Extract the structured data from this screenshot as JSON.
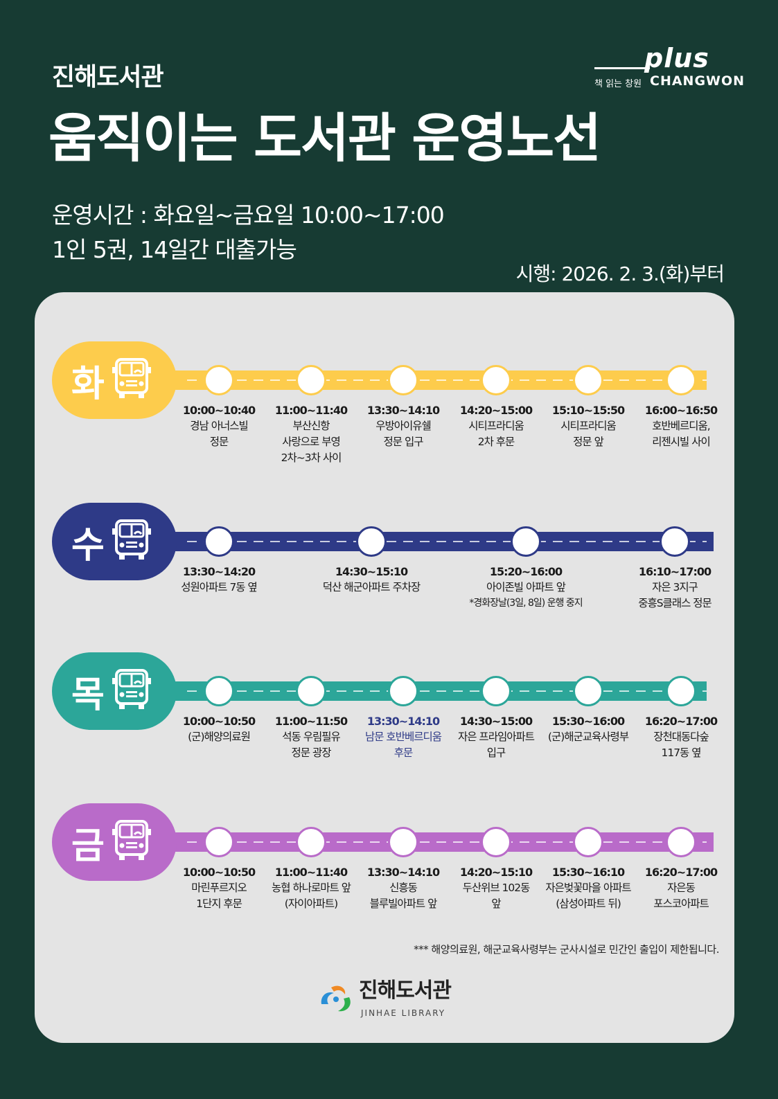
{
  "header": {
    "library_name": "진해도서관",
    "title": "움직이는 도서관 운영노선",
    "hours": "운영시간 : 화요일~금요일 10:00~17:00",
    "loan": "1인 5권, 14일간 대출가능",
    "effective": "시행: 2026. 2. 3.(화)부터",
    "logo": {
      "word": "plus",
      "ko": "책 읽는 창원",
      "en": "CHANGWON"
    }
  },
  "routes": [
    {
      "day": "화",
      "color": "#fdcc4c",
      "stops": [
        {
          "time": "10:00~10:40",
          "lines": [
            "경남 아너스빌",
            "정문"
          ]
        },
        {
          "time": "11:00~11:40",
          "lines": [
            "부산신항",
            "사랑으로 부영",
            "2차~3차 사이"
          ]
        },
        {
          "time": "13:30~14:10",
          "lines": [
            "우방아이유쉘",
            "정문 입구"
          ]
        },
        {
          "time": "14:20~15:00",
          "lines": [
            "시티프라디움",
            "2차 후문"
          ]
        },
        {
          "time": "15:10~15:50",
          "lines": [
            "시티프라디움",
            "정문 앞"
          ]
        },
        {
          "time": "16:00~16:50",
          "lines": [
            "호반베르디움,",
            "리젠시빌 사이"
          ]
        }
      ]
    },
    {
      "day": "수",
      "color": "#2e3a87",
      "stops": [
        {
          "time": "13:30~14:20",
          "lines": [
            "성원아파트 7동 옆"
          ]
        },
        {
          "time": "14:30~15:10",
          "lines": [
            "덕산 해군아파트 주차장"
          ]
        },
        {
          "time": "15:20~16:00",
          "lines": [
            "아이존빌 아파트 앞",
            "*경화장날(3일, 8일) 운행 중지"
          ]
        },
        {
          "time": "16:10~17:00",
          "lines": [
            "자은 3지구",
            "중흥S클래스 정문"
          ]
        }
      ]
    },
    {
      "day": "목",
      "color": "#2ca699",
      "stops": [
        {
          "time": "10:00~10:50",
          "lines": [
            "(군)해양의료원"
          ]
        },
        {
          "time": "11:00~11:50",
          "lines": [
            "석동 우림필유",
            "정문 광장"
          ]
        },
        {
          "time": "13:30~14:10",
          "lines": [
            "남문 호반베르디움",
            "후문"
          ],
          "highlight": true
        },
        {
          "time": "14:30~15:00",
          "lines": [
            "자은 프라임아파트",
            "입구"
          ]
        },
        {
          "time": "15:30~16:00",
          "lines": [
            "(군)해군교육사령부"
          ]
        },
        {
          "time": "16:20~17:00",
          "lines": [
            "장천대동다숲",
            "117동 옆"
          ]
        }
      ]
    },
    {
      "day": "금",
      "color": "#b96bc9",
      "stops": [
        {
          "time": "10:00~10:50",
          "lines": [
            "마린푸르지오",
            "1단지 후문"
          ]
        },
        {
          "time": "11:00~11:40",
          "lines": [
            "농협 하나로마트 앞",
            "(자이아파트)"
          ]
        },
        {
          "time": "13:30~14:10",
          "lines": [
            "신흥동",
            "블루빌아파트 앞"
          ]
        },
        {
          "time": "14:20~15:10",
          "lines": [
            "두산위브 102동",
            "앞"
          ]
        },
        {
          "time": "15:30~16:10",
          "lines": [
            "자은벚꽃마을 아파트",
            "(삼성아파트 뒤)"
          ]
        },
        {
          "time": "16:20~17:00",
          "lines": [
            "자은동",
            "포스코아파트"
          ]
        }
      ]
    }
  ],
  "notice": "*** 해양의료원, 해군교육사령부는 군사시설로 민간인 출입이 제한됩니다.",
  "footer": {
    "ko": "진해도서관",
    "en": "JINHAE LIBRARY"
  },
  "highlight_color": "#2e3a87"
}
